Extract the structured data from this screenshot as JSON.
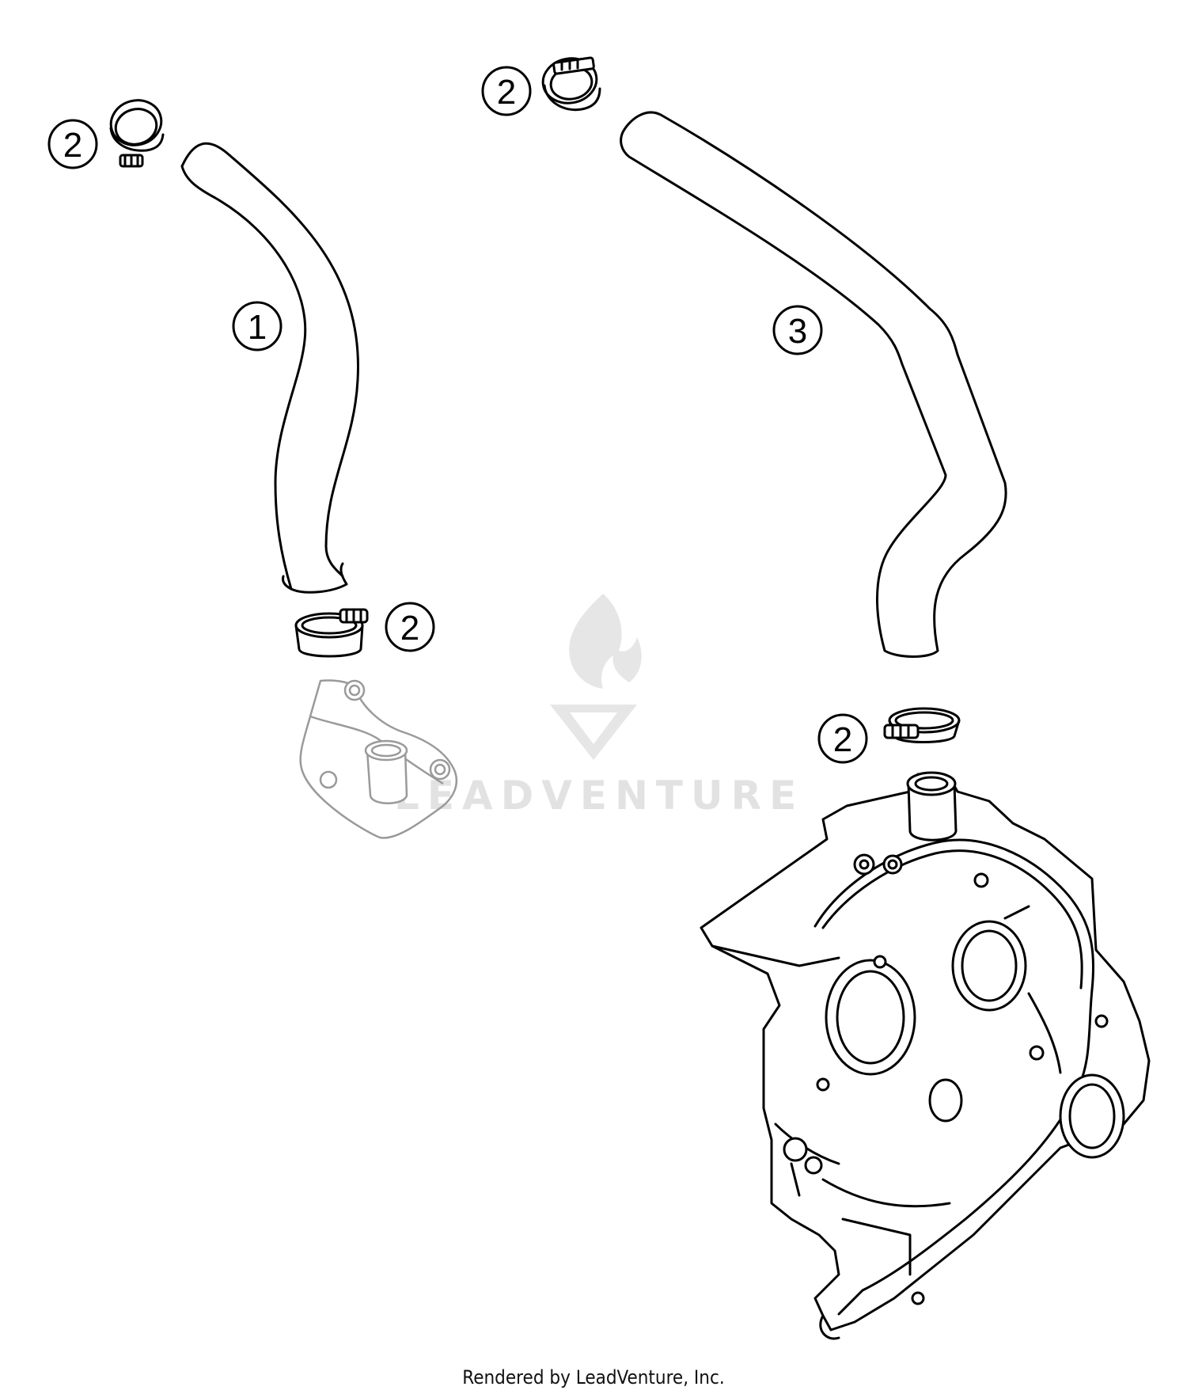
{
  "watermark": {
    "brand": "LEADVENTURE"
  },
  "callouts": [
    {
      "id": "c1",
      "number": "1"
    },
    {
      "id": "c2a",
      "number": "2"
    },
    {
      "id": "c2b",
      "number": "2"
    },
    {
      "id": "c2c",
      "number": "2"
    },
    {
      "id": "c2d",
      "number": "2"
    },
    {
      "id": "c3",
      "number": "3"
    }
  ],
  "footer": {
    "credit": "Rendered by LeadVenture, Inc."
  }
}
